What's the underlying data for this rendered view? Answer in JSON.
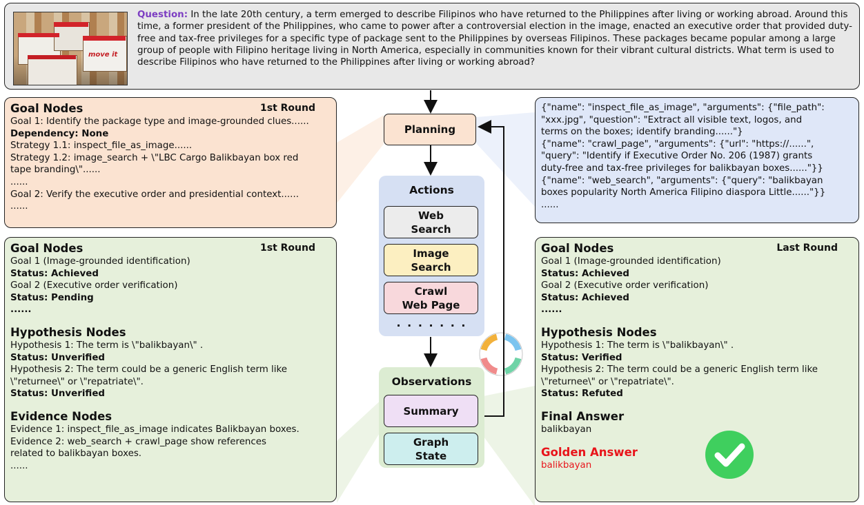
{
  "question": {
    "label": "Question:",
    "text": " In the late 20th century, a term emerged to describe Filipinos who have returned to the Philippines after living or working abroad. Around this time, a former president of the Philippines, who came to power after a controversial election in the image, enacted an executive order that provided duty-free and tax-free privileges for a specific type of package sent to the Philippines by overseas Filipinos. These packages became popular among a large group of people with Filipino heritage living in North America, especially in communities known for their vibrant cultural districts. What term is used to describe Filipinos who have returned to the Philippines after living or working abroad?",
    "image_text": "move it"
  },
  "planning_panel": {
    "title": "Goal Nodes",
    "round": "1st Round",
    "lines": {
      "l1": "Goal 1: Identify the package type and image-grounded clues......",
      "l2": "Dependency: None",
      "l3": "Strategy 1.1: inspect_file_as_image......",
      "l4": "Strategy 1.2: image_search + \\\"LBC Cargo Balikbayan box red",
      "l5": "tape branding\\\"......",
      "l6": "......",
      "l7": "Goal 2: Verify the executive order and presidential context......",
      "l8": "......"
    }
  },
  "tool_calls_panel": {
    "lines": {
      "l1": "{\"name\": \"inspect_file_as_image\", \"arguments\": {\"file_path\":",
      "l2": "\"xxx.jpg\", \"question\": \"Extract all visible text, logos, and",
      "l3": "terms on the boxes; identify branding......\"}",
      "l4": "{\"name\": \"crawl_page\", \"arguments\": {\"url\": \"https://......\",",
      "l5": "\"query\": \"Identify if Executive Order No. 206 (1987) grants",
      "l6": "duty-free and tax-free privileges for balikbayan boxes......\"}}",
      "l7": "{\"name\": \"web_search\", \"arguments\": {\"query\": \"balikbayan",
      "l8": "boxes popularity North America Filipino diaspora Little......\"}}",
      "l9": "......"
    }
  },
  "left_state_panel": {
    "goal_title": "Goal Nodes",
    "round": "1st Round",
    "g1": "Goal 1 (Image-grounded identification)",
    "g1_status": "Status: Achieved",
    "g2": "Goal 2 (Executive order verification)",
    "g2_status": "Status: Pending",
    "g_more": "......",
    "hyp_title": "Hypothesis Nodes",
    "h1": "Hypothesis 1: The term is \\\"balikbayan\\\" .",
    "h1_status": "Status: Unverified",
    "h2a": "Hypothesis 2: The term could be a generic English term like",
    "h2b": "\\\"returnee\\\" or \\\"repatriate\\\".",
    "h2_status": "Status: Unverified",
    "ev_title": "Evidence Nodes",
    "e1": "Evidence 1: inspect_file_as_image indicates Balikbayan boxes.",
    "e2a": "Evidence 2: web_search + crawl_page show references",
    "e2b": "related to balikbayan boxes.",
    "e_more": "......"
  },
  "right_state_panel": {
    "goal_title": "Goal Nodes",
    "round": "Last Round",
    "g1": "Goal 1 (Image-grounded identification)",
    "g1_status": "Status: Achieved",
    "g2": "Goal 2 (Executive order verification)",
    "g2_status": "Status: Achieved",
    "g_more": "......",
    "hyp_title": "Hypothesis Nodes",
    "h1": "Hypothesis 1: The term is \\\"balikbayan\\\" .",
    "h1_status": "Status: Verified",
    "h2a": "Hypothesis 2: The term could be a generic English term like",
    "h2b": "\\\"returnee\\\" or \\\"repatriate\\\".",
    "h2_status": "Status: Refuted",
    "final_title": "Final Answer",
    "final_value": "balikbayan",
    "golden_title": "Golden Answer",
    "golden_value": "balikbayan"
  },
  "flow": {
    "planning": "Planning",
    "actions_title": "Actions",
    "web_search": "Web Search",
    "web_search_l1": "Web",
    "web_search_l2": "Search",
    "image_search_l1": "Image",
    "image_search_l2": "Search",
    "crawl_l1": "Crawl",
    "crawl_l2": "Web Page",
    "actions_more": ". . . . . . .",
    "observations_title": "Observations",
    "summary": "Summary",
    "graph_l1": "Graph",
    "graph_l2": "State"
  },
  "colors": {
    "orange_fill": "#fbe3d1",
    "green_fill": "#e6f0db",
    "blue_fill": "#dfe7f8",
    "question_purple": "#7d3ec2",
    "golden_red": "#e8151b",
    "check_green": "#3fcf5e"
  }
}
